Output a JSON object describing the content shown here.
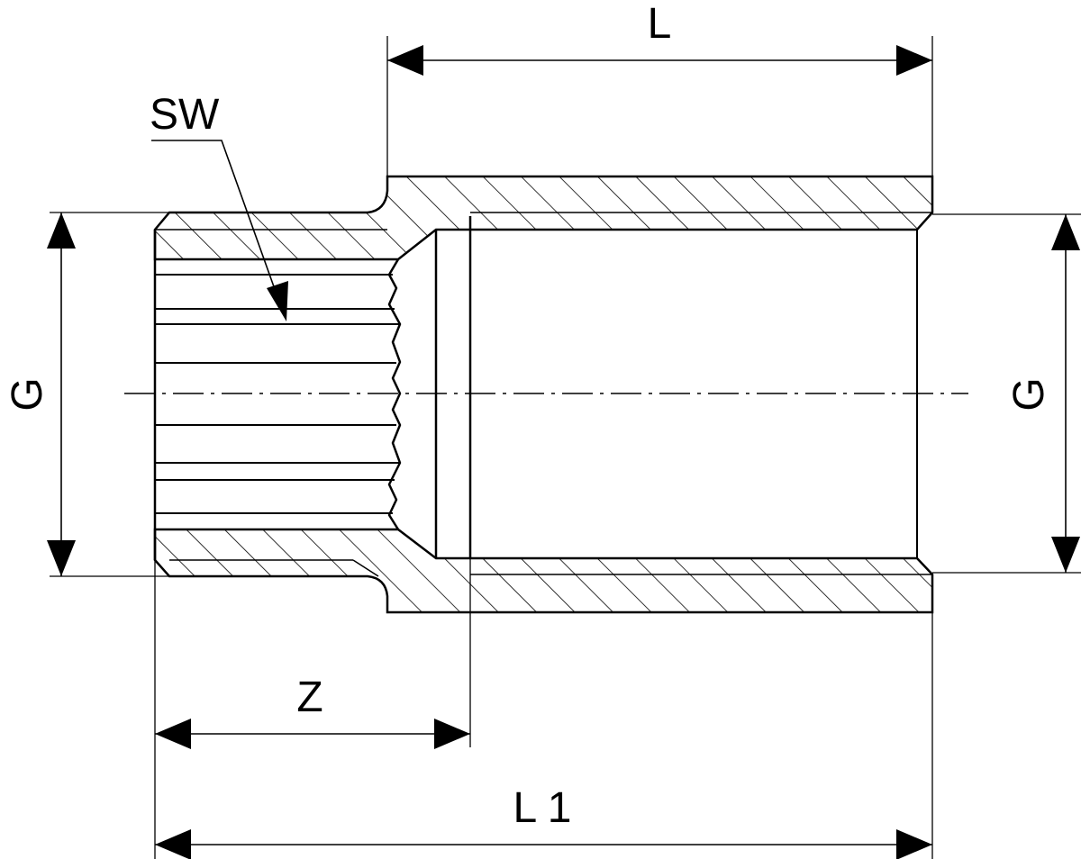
{
  "labels": {
    "length": "L",
    "wrench_size": "SW",
    "thread_left": "G",
    "thread_right": "G",
    "insertion": "Z",
    "overall_length": "L 1"
  },
  "colors": {
    "stroke": "#000000",
    "background": "#ffffff"
  }
}
